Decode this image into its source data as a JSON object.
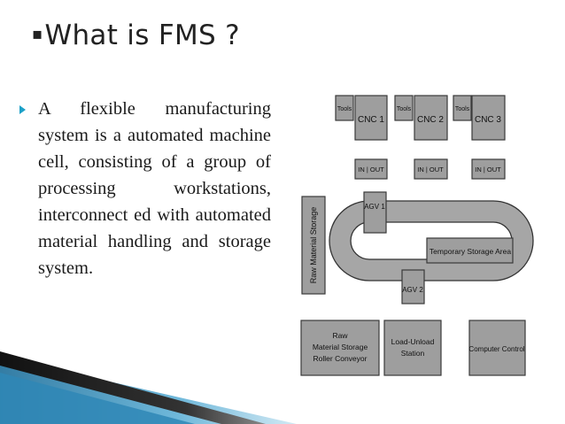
{
  "title": "What is FMS ?",
  "title_marker": "▪",
  "body": "A flexible manufacturing system is a automated machine cell, consisting of a group of processing workstations, interconnect ed with automated material handling and storage system.",
  "diagram": {
    "machines": [
      {
        "tool": "Tools",
        "name": "CNC 1",
        "io": "IN | OUT"
      },
      {
        "tool": "Tools",
        "name": "CNC 2",
        "io": "IN | OUT"
      },
      {
        "tool": "Tools",
        "name": "CNC 3",
        "io": "IN | OUT"
      }
    ],
    "raw_material_storage": "Raw Material Storage",
    "agv1": "AGV 1",
    "agv2": "AGV 2",
    "temporary_storage": "Temporary Storage Area",
    "bottom": {
      "raw_conveyor_line1": "Raw",
      "raw_conveyor_line2": "Material Storage",
      "raw_conveyor_line3": "Roller Conveyor",
      "load_unload_line1": "Load-Unload",
      "load_unload_line2": "Station",
      "computer_control": "Computer Control"
    }
  },
  "colors": {
    "accent": "#1da1c8",
    "box_fill": "#9e9e9e",
    "box_stroke": "#3a3a3a",
    "loop_fill": "#a6a6a6",
    "deco_dark": "#1c1c1c",
    "deco_blue": "#2f87b6"
  }
}
